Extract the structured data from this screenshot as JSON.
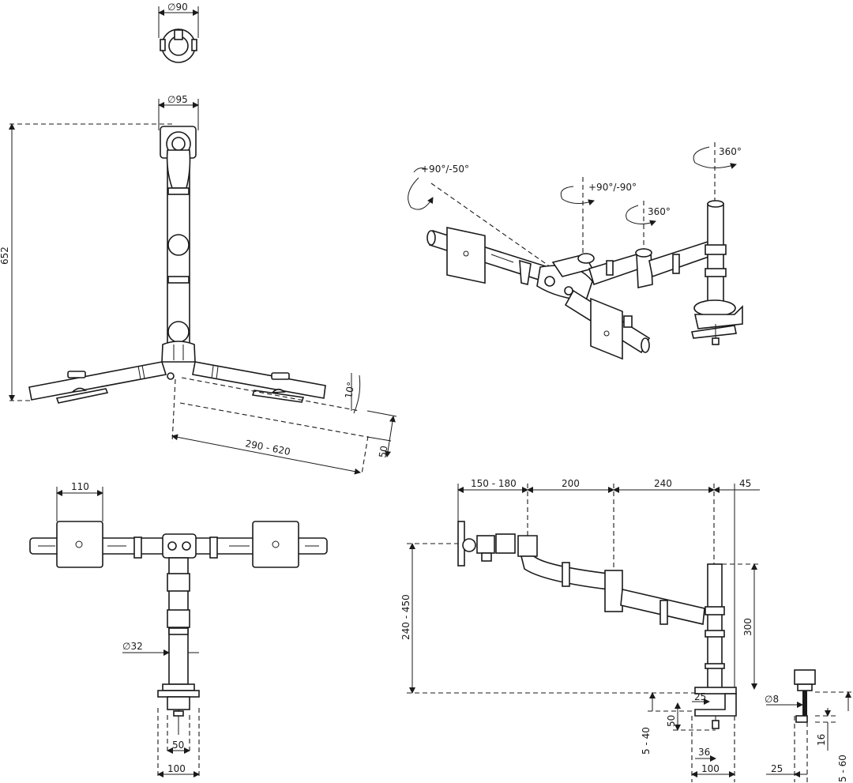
{
  "dimensions": {
    "top_dia": "∅90",
    "pole_dia": "∅95",
    "height": "652",
    "angle_tilt": "10°",
    "arm_length": "290 - 620",
    "offset": "50",
    "vesa_plate": "110",
    "tube_dia": "∅32",
    "clamp_slot": "50",
    "clamp_width": "100",
    "seg1": "150 - 180",
    "seg2": "200",
    "seg3": "240",
    "seg4": "45",
    "height_range": "240 - 450",
    "pole_height": "300",
    "clamp_inset": "25",
    "clamp_gap": "50",
    "desk_range": "5 - 40",
    "clamp_hole": "36",
    "clamp_w2": "100",
    "bolt_dia": "∅8",
    "bolt_16": "16",
    "desk_range2": "5 - 60",
    "bolt_25": "25"
  },
  "rotations": {
    "tilt": "+90°/-50°",
    "swivel": "+90°/-90°",
    "rot_mid": "360°",
    "rot_pole": "360°"
  }
}
